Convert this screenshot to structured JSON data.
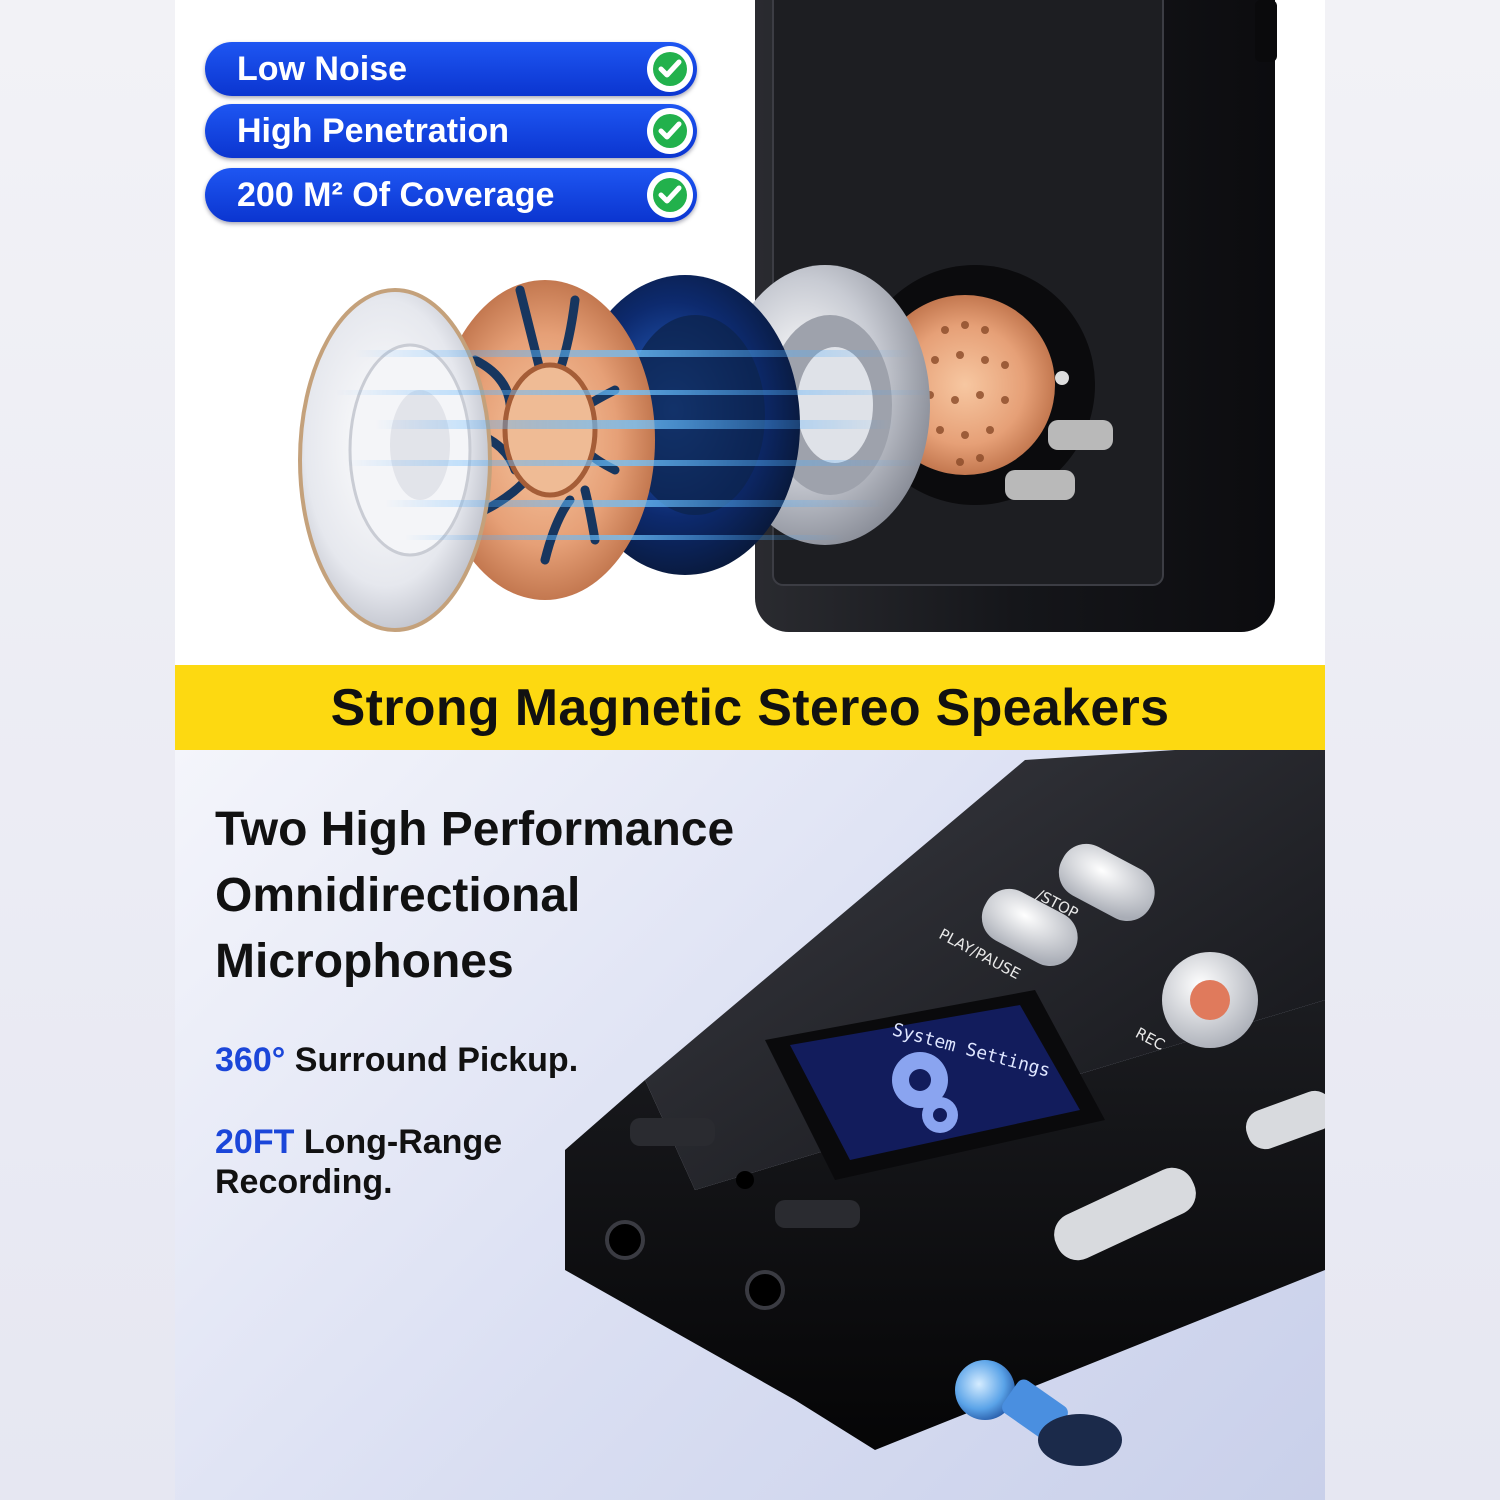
{
  "features_top": [
    {
      "label": "Low Noise",
      "icon": "check-icon"
    },
    {
      "label": "High Penetration",
      "icon": "check-icon"
    },
    {
      "label": "200 M² Of Coverage",
      "icon": "check-icon"
    }
  ],
  "banner": {
    "title": "Strong Magnetic Stereo Speakers"
  },
  "headline": {
    "line1": "Two High Performance",
    "line2": "Omnidirectional",
    "line3": "Microphones"
  },
  "features_bottom": {
    "f1_accent": "360°",
    "f1_text": "Surround Pickup.",
    "f2_accent": "20FT",
    "f2_text_line1": "Long-Range",
    "f2_text_line2": "Recording."
  },
  "device": {
    "stop_label": "/STOP",
    "play_label": "PLAY/PAUSE",
    "rec_label": "REC",
    "screen_text": "System Settings"
  },
  "colors": {
    "pill_blue": "#1347e6",
    "banner_yellow": "#fdd911",
    "accent_blue": "#1b46d9",
    "check_green": "#22b14c"
  }
}
